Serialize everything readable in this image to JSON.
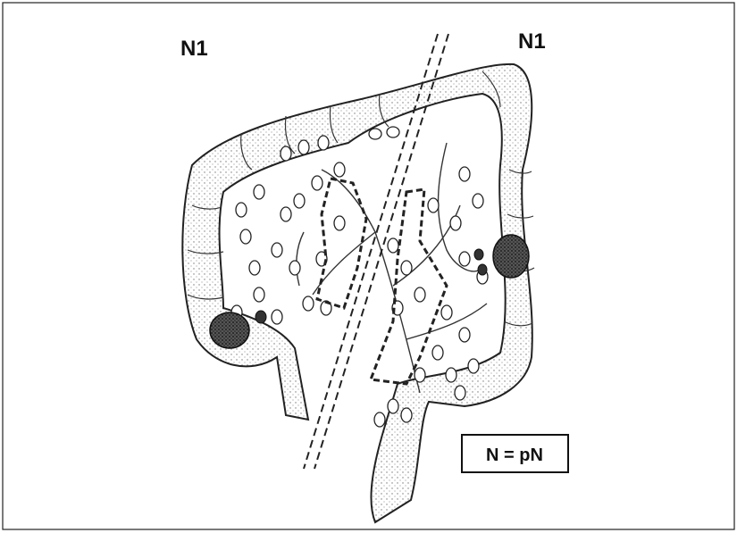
{
  "labels": {
    "left_stage": "N1",
    "right_stage": "N1",
    "legend": "N = pN"
  },
  "colors": {
    "ink": "#1a1a1a",
    "stipple": "#7a7a7a",
    "tumor": "#3a3a3a",
    "background": "#ffffff"
  }
}
